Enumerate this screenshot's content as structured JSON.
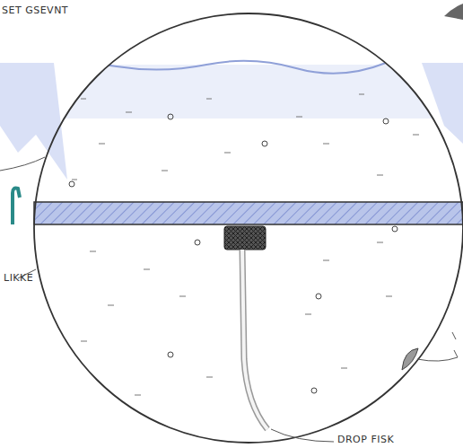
{
  "diagram": {
    "labels": [
      "SET GSEVNT",
      "LIKKE",
      "DROP FISK"
    ]
  }
}
